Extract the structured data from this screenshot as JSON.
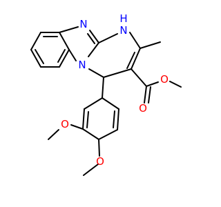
{
  "molecule": {
    "atom_labels": {
      "n_imine": "N",
      "n_bridge": "N",
      "nh": "N",
      "h_on_n": "H",
      "o_carbonyl": "O",
      "o_ester": "O",
      "o_methoxy_3": "O",
      "o_methoxy_4": "O"
    },
    "colors": {
      "bond": "#000000",
      "nitrogen": "#0000FF",
      "oxygen": "#FF0000"
    }
  }
}
